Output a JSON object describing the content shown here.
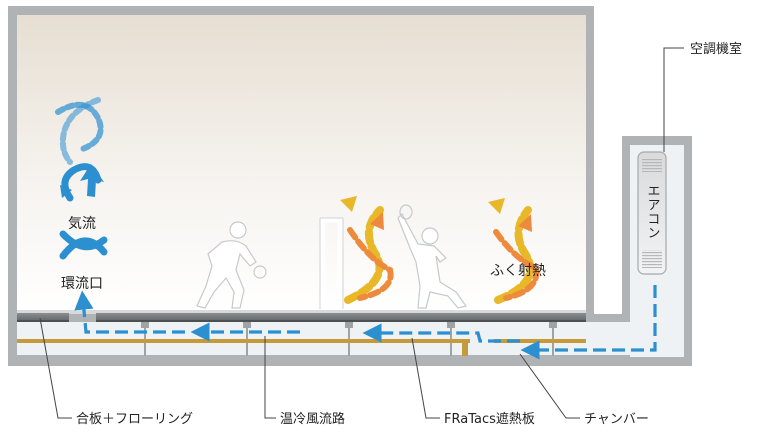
{
  "labels": {
    "machine_room": "空調機室",
    "aircon": "エアコン",
    "airflow": "気流",
    "return_vent": "環流口",
    "radiant_heat": "ふく射熱",
    "plywood_flooring": "合板＋フローリング",
    "air_duct": "温冷風流路",
    "shield_plate": "FRaTacs遮熱板",
    "chamber": "チャンバー"
  },
  "colors": {
    "airflow_blue": "#2b8fd0",
    "radiant_yellow": "#e8b828",
    "radiant_orange": "#ee8a3c",
    "wall_gray": "#a9acaf",
    "floor_dark": "#6f7275",
    "shield_gold": "#c49a3a"
  }
}
